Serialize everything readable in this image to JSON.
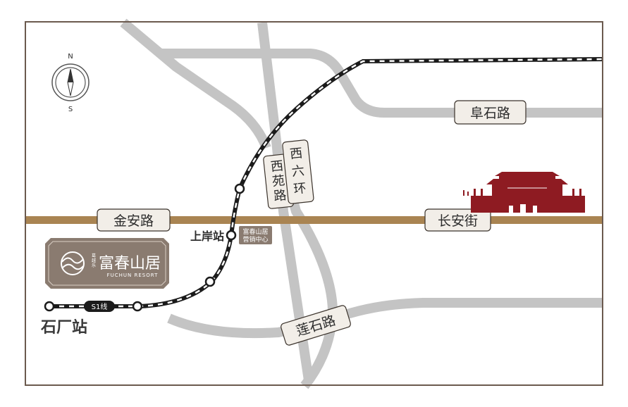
{
  "compass": {
    "north": "N",
    "south": "S"
  },
  "roads": {
    "jinan": "金安路",
    "changan": "长安街",
    "fushi": "阜石路",
    "lianshi": "莲石路",
    "xiyuan": [
      "西",
      "苑",
      "路"
    ],
    "xiliuhuan": [
      "西",
      "六",
      "环"
    ]
  },
  "stations": {
    "shangan": "上岸站",
    "shichang": "石厂站"
  },
  "line": {
    "name": "S1线"
  },
  "sales_center": {
    "line1": "富春山居",
    "line2": "营销中心"
  },
  "brand": {
    "cn_name": "富春山居",
    "en_name": "FUCHUN RESORT",
    "small_cn": [
      "葛",
      "越",
      "乐"
    ]
  },
  "colors": {
    "frame": "#6b5a4e",
    "road_gray": "#c4c4c4",
    "road_gold": "#a98452",
    "label_bg": "#f2eee8",
    "label_border": "#3b332c",
    "rail_dark": "#1b1b1b",
    "logo_bg": "#8a7b70",
    "landmark_red": "#8e1b22",
    "text_dark": "#2c2c2c"
  }
}
